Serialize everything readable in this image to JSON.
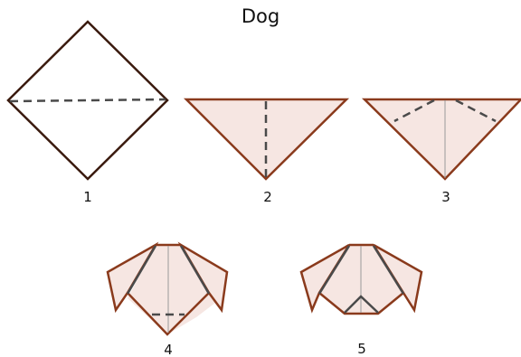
{
  "title": "Dog",
  "steps": [
    {
      "label": "1"
    },
    {
      "label": "2"
    },
    {
      "label": "3"
    },
    {
      "label": "4"
    },
    {
      "label": "5"
    }
  ],
  "colors": {
    "paper_fill": "#f6e6e2",
    "paper_edge": "#8a3a1c",
    "square_edge": "#3a1a0e",
    "fold_line": "#4a4a4a",
    "crease": "#9a9a9a"
  }
}
